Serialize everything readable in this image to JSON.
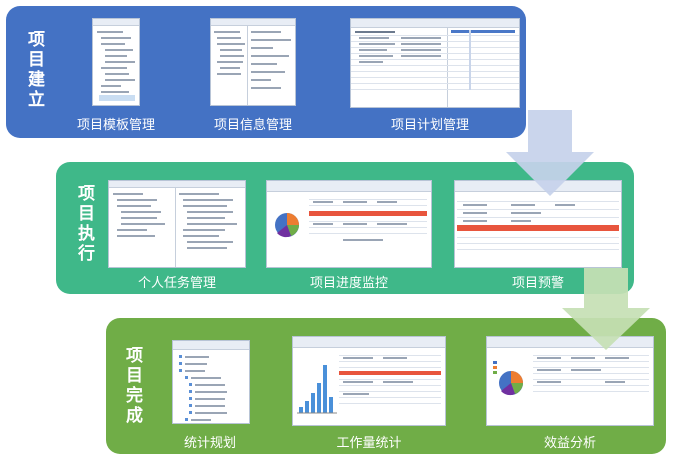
{
  "stages": [
    {
      "id": "setup",
      "title": "项目建立",
      "color": "#4472c4",
      "items": [
        {
          "label": "项目模板管理"
        },
        {
          "label": "项目信息管理"
        },
        {
          "label": "项目计划管理"
        }
      ]
    },
    {
      "id": "execute",
      "title": "项目执行",
      "color": "#3fb889",
      "items": [
        {
          "label": "个人任务管理"
        },
        {
          "label": "项目进度监控"
        },
        {
          "label": "项目预警"
        }
      ]
    },
    {
      "id": "complete",
      "title": "项目完成",
      "color": "#70ad47",
      "items": [
        {
          "label": "统计规划"
        },
        {
          "label": "工作量统计"
        },
        {
          "label": "效益分析"
        }
      ]
    }
  ],
  "arrow_color": "#c5d1ea"
}
